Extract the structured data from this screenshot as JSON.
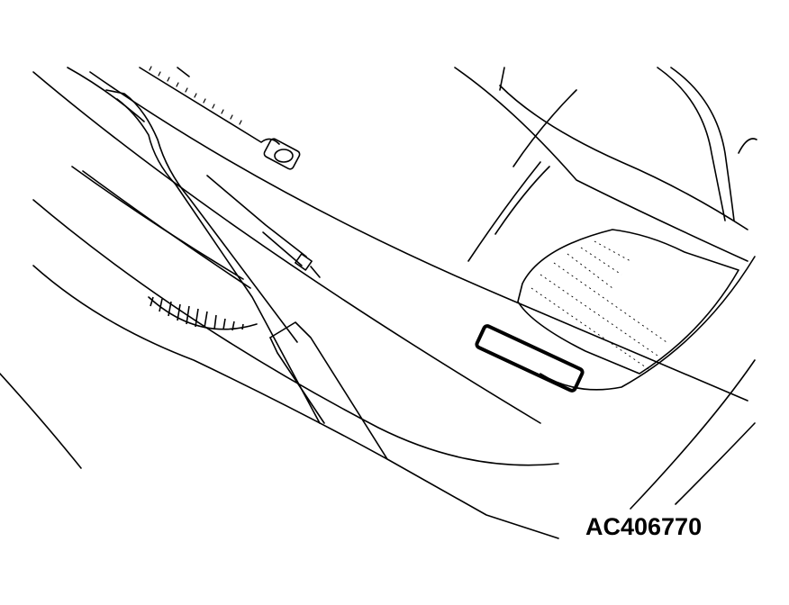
{
  "figure": {
    "id_label": "AC406770",
    "description": "Line drawing of vehicle windshield and hood area showing windshield wiper arm and blade, washer nozzle, cowl vents and a highlighted rectangular label area",
    "parts": [
      "windshield",
      "wiper-arm",
      "wiper-blade",
      "washer-nozzle",
      "cowl-vent-grille",
      "hood",
      "headlamp-lens",
      "label-area"
    ],
    "colors": {
      "line": "#000000",
      "background": "#ffffff"
    }
  }
}
